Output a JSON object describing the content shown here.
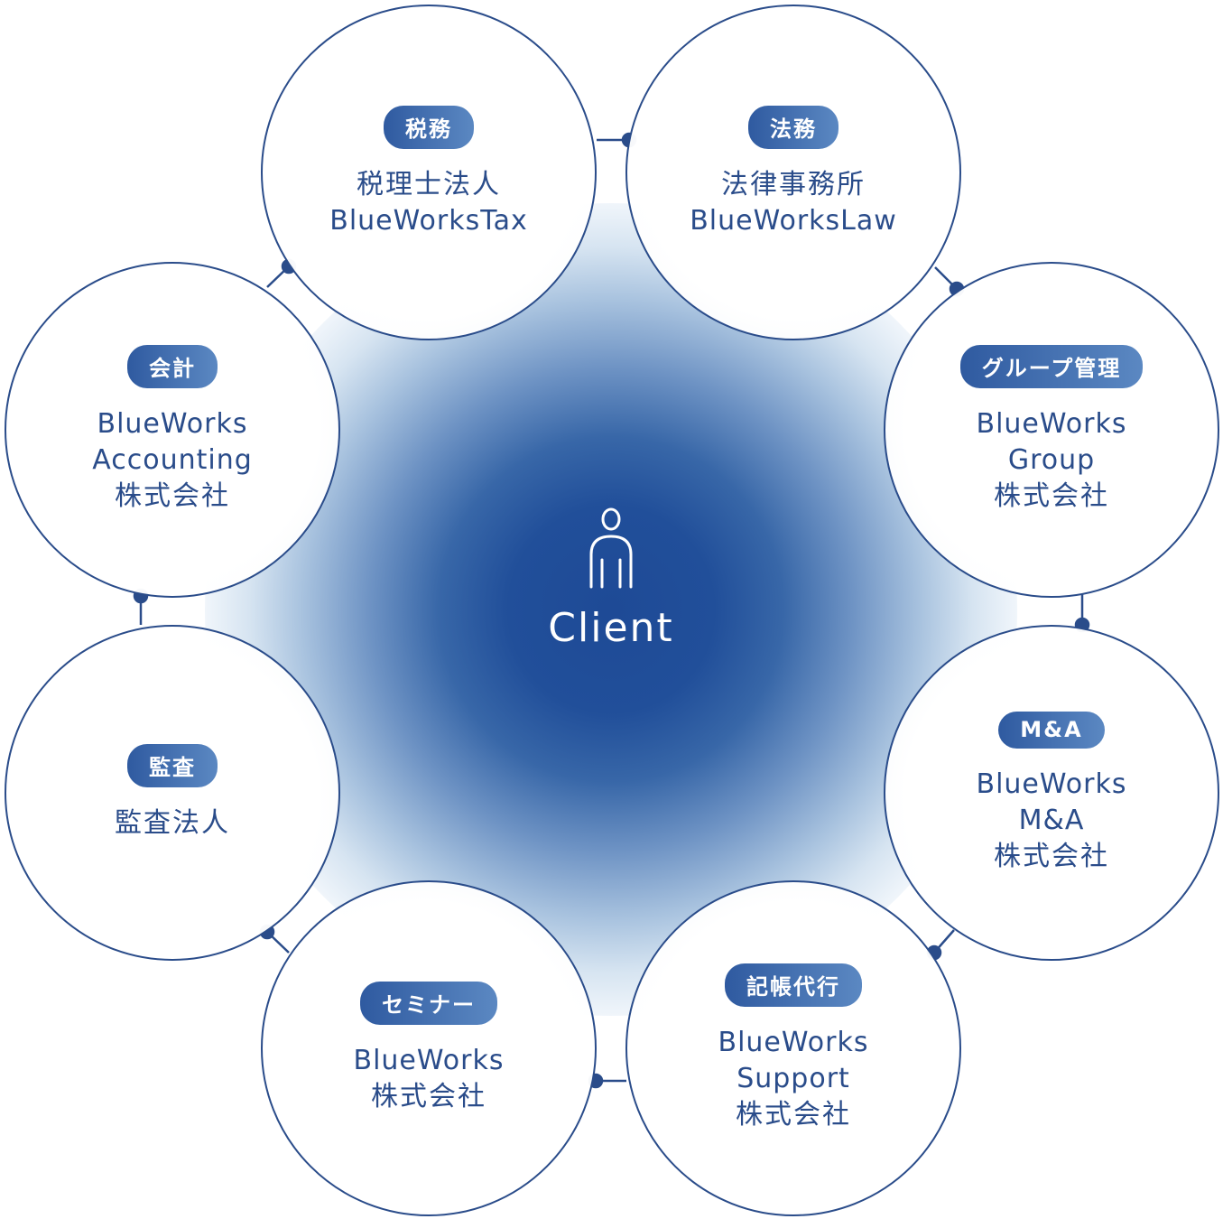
{
  "center": {
    "icon": "person-icon",
    "label": "Client"
  },
  "nodes": [
    {
      "id": "tax",
      "badge": "税務",
      "lines": [
        "税理士法人",
        "BlueWorksTax"
      ]
    },
    {
      "id": "law",
      "badge": "法務",
      "lines": [
        "法律事務所",
        "BlueWorksLaw"
      ]
    },
    {
      "id": "group",
      "badge": "グループ管理",
      "lines": [
        "BlueWorks",
        "Group",
        "株式会社"
      ]
    },
    {
      "id": "ma",
      "badge": "M&A",
      "lines": [
        "BlueWorks",
        "M&A",
        "株式会社"
      ]
    },
    {
      "id": "support",
      "badge": "記帳代行",
      "lines": [
        "BlueWorks",
        "Support",
        "株式会社"
      ]
    },
    {
      "id": "seminar",
      "badge": "セミナー",
      "lines": [
        "BlueWorks",
        "株式会社"
      ]
    },
    {
      "id": "audit",
      "badge": "監査",
      "lines": [
        "監査法人"
      ]
    },
    {
      "id": "accounting",
      "badge": "会計",
      "lines": [
        "BlueWorks",
        "Accounting",
        "株式会社"
      ]
    }
  ],
  "colors": {
    "line": "#2a4c8a",
    "badge_start": "#2f5aa0",
    "badge_end": "#5b88c2",
    "glow_core": "#1e4a96"
  }
}
